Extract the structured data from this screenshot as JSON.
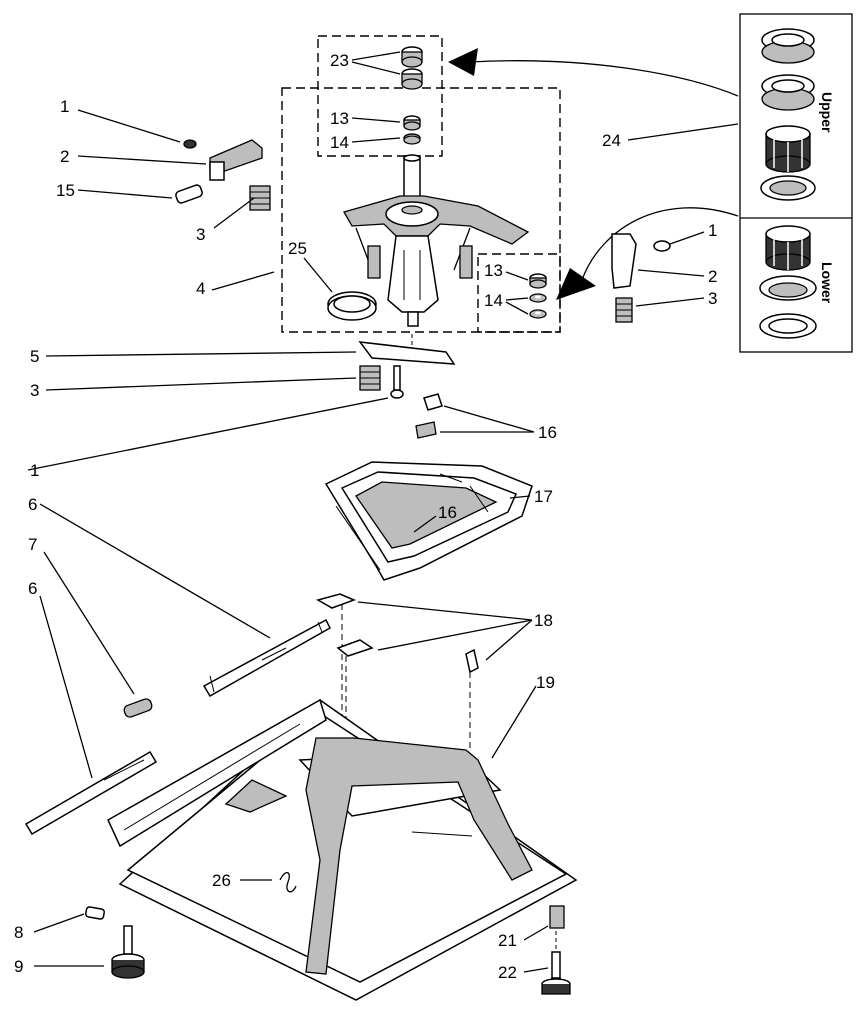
{
  "callouts": {
    "c1a": "1",
    "c2a": "2",
    "c15": "15",
    "c3a": "3",
    "c4": "4",
    "c25": "25",
    "c23": "23",
    "c13a": "13",
    "c14a": "14",
    "c24": "24",
    "c1b": "1",
    "c2b": "2",
    "c3b": "3",
    "c13b": "13",
    "c14b": "14",
    "c5": "5",
    "c3c": "3",
    "c1c": "1",
    "c16a": "16",
    "c16b": "16",
    "c17": "17",
    "c6a": "6",
    "c7": "7",
    "c6b": "6",
    "c18": "18",
    "c19": "19",
    "c26": "26",
    "c8": "8",
    "c9": "9",
    "c21": "21",
    "c22": "22"
  },
  "inset": {
    "upper_label": "Upper",
    "lower_label": "Lower"
  }
}
